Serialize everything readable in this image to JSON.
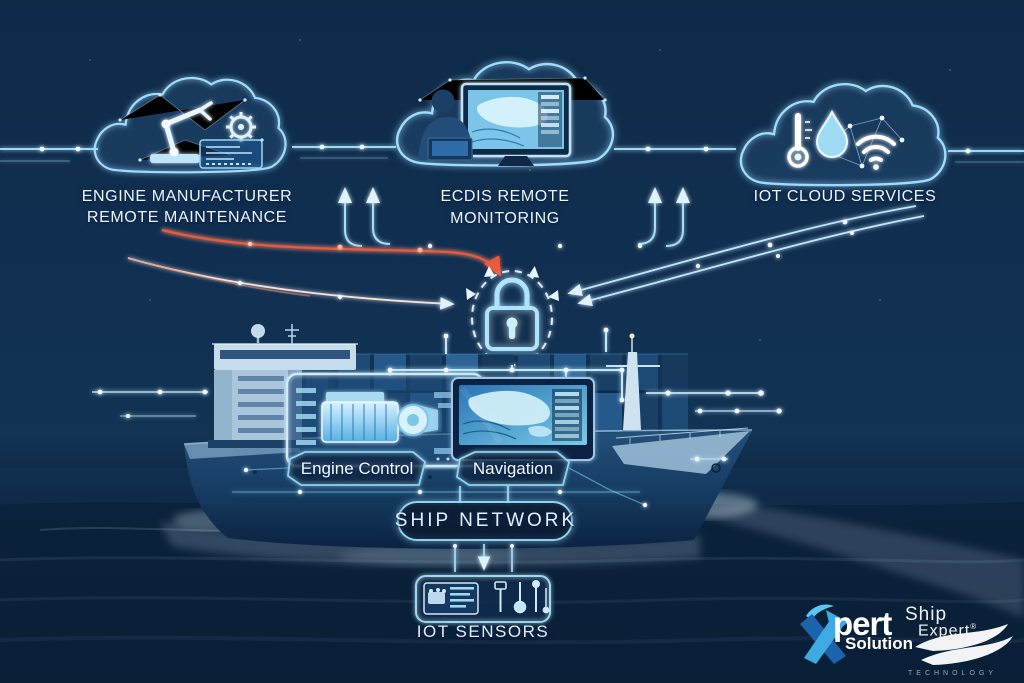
{
  "clouds": {
    "engine_manufacturer": {
      "line1": "ENGINE MANUFACTURER",
      "line2": "REMOTE MAINTENANCE"
    },
    "ecdis": {
      "line1": "ECDIS REMOTE",
      "line2": "MONITORING"
    },
    "iot": {
      "line1": "IOT CLOUD SERVICES"
    }
  },
  "ship": {
    "engine_control_label": "Engine Control",
    "navigation_label": "Navigation",
    "network_label": "SHIP NETWORK",
    "sensors_label": "IOT SENSORS"
  },
  "logos": {
    "xpert_solution": {
      "name_fragment": "pert",
      "subtitle": "Solution"
    },
    "ship_expert": {
      "word1": "Ship",
      "word2": "Expert",
      "registered": "®",
      "tagline": "TECHNOLOGY"
    }
  },
  "icons": {
    "engine_manufacturer_cloud": [
      "robot-arm-icon",
      "gear-icon",
      "control-panel-icon"
    ],
    "ecdis_cloud": [
      "operator-silhouette",
      "ecdis-monitor-icon"
    ],
    "iot_cloud": [
      "thermometer-icon",
      "water-drop-icon",
      "wifi-icon"
    ],
    "center": [
      "padlock-icon"
    ],
    "sensor_box": [
      "engine-card-icon",
      "probe-icon",
      "ball-probe-icon",
      "pin-sensor-icon"
    ]
  },
  "colors": {
    "background": "#113052",
    "accent_cyan": "#7fd4ff",
    "accent_red": "#e8543a",
    "text": "#e9f3fb"
  }
}
